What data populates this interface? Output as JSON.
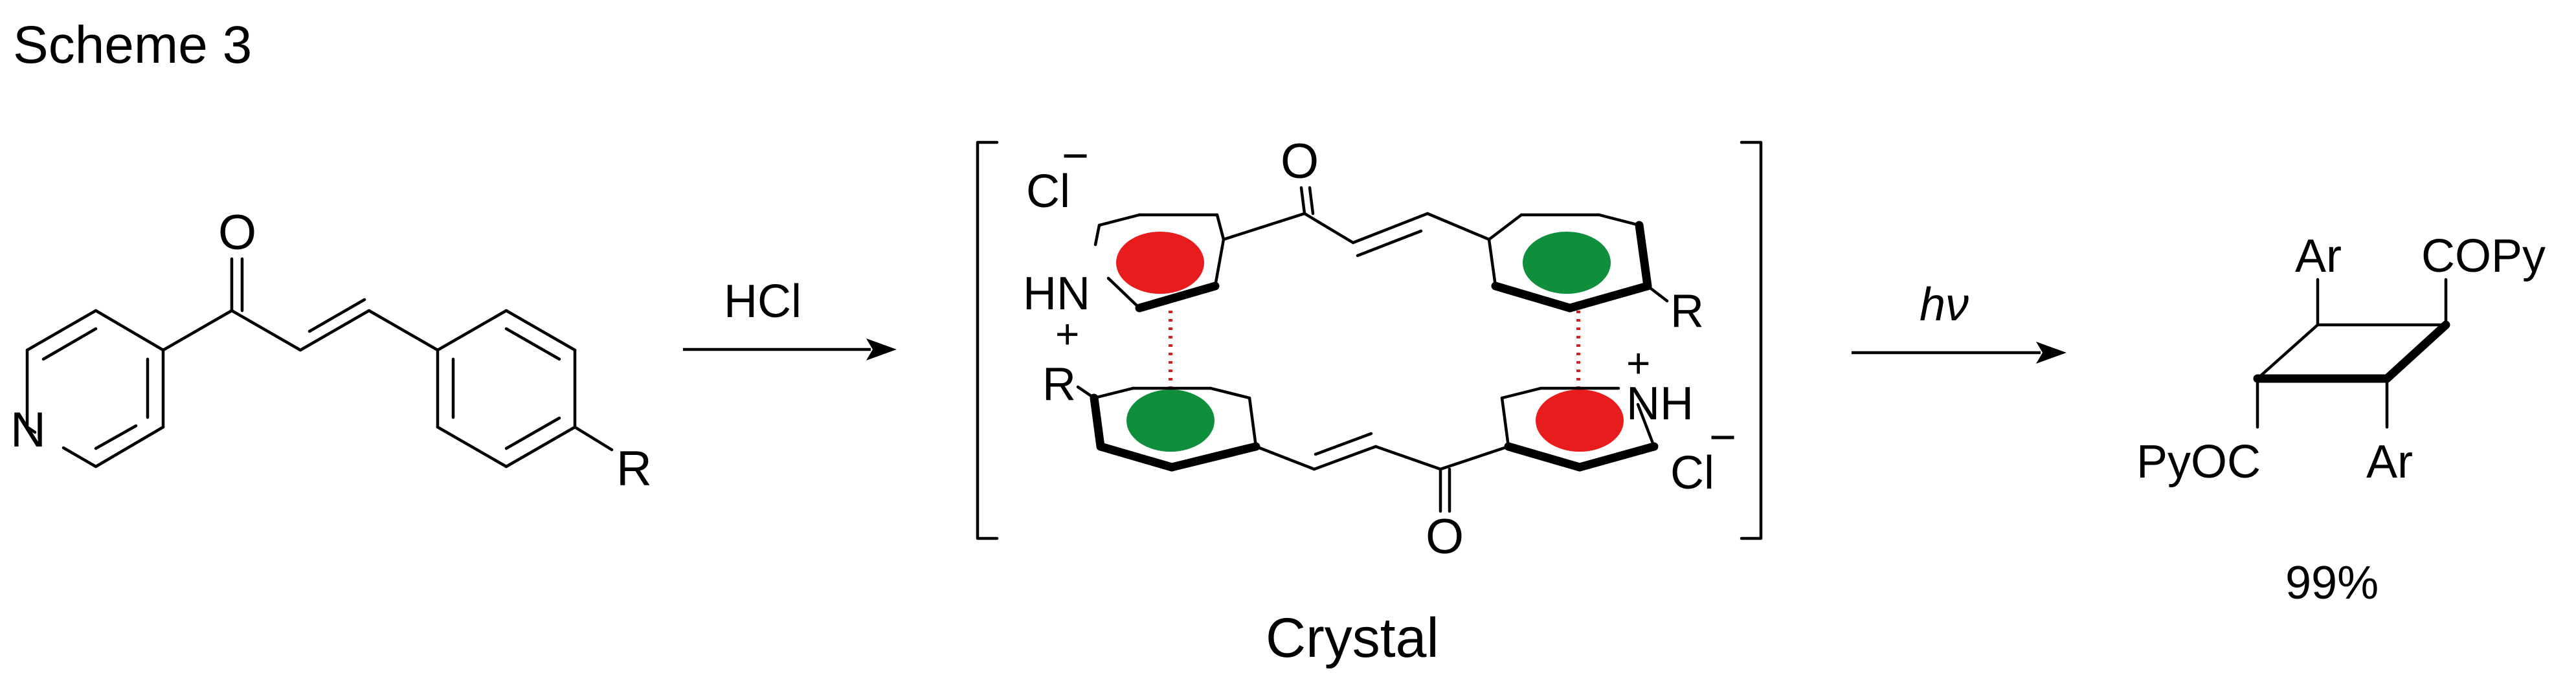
{
  "scheme": {
    "title": "Scheme 3",
    "reagent_1": "HCl",
    "reagent_2": "hν",
    "template_caption": "Crystal",
    "yield": "99%"
  },
  "reactant": {
    "atom_o": "O",
    "atom_n": "N",
    "substituent_r": "R"
  },
  "complex": {
    "counterion_top_left": "Cl",
    "counterion_charge_top_left": "−",
    "nh_left": "HN",
    "nh_plus_left": "+",
    "nh_right": "NH",
    "nh_plus_right": "+",
    "counterion_bottom_right": "Cl",
    "counterion_charge_bottom_right": "−",
    "carbonyl_o_top": "O",
    "carbonyl_o_bottom": "O",
    "substituent_r_top": "R",
    "substituent_r_bottom": "R",
    "colors": {
      "pyridinium_highlight": "#e81c1c",
      "aryl_highlight": "#0f8f3c",
      "stacking_dashes": "#d62020"
    }
  },
  "product": {
    "ar_top": "Ar",
    "copy_top": "COPy",
    "pyoc_bottom": "PyOC",
    "ar_bottom": "Ar"
  }
}
